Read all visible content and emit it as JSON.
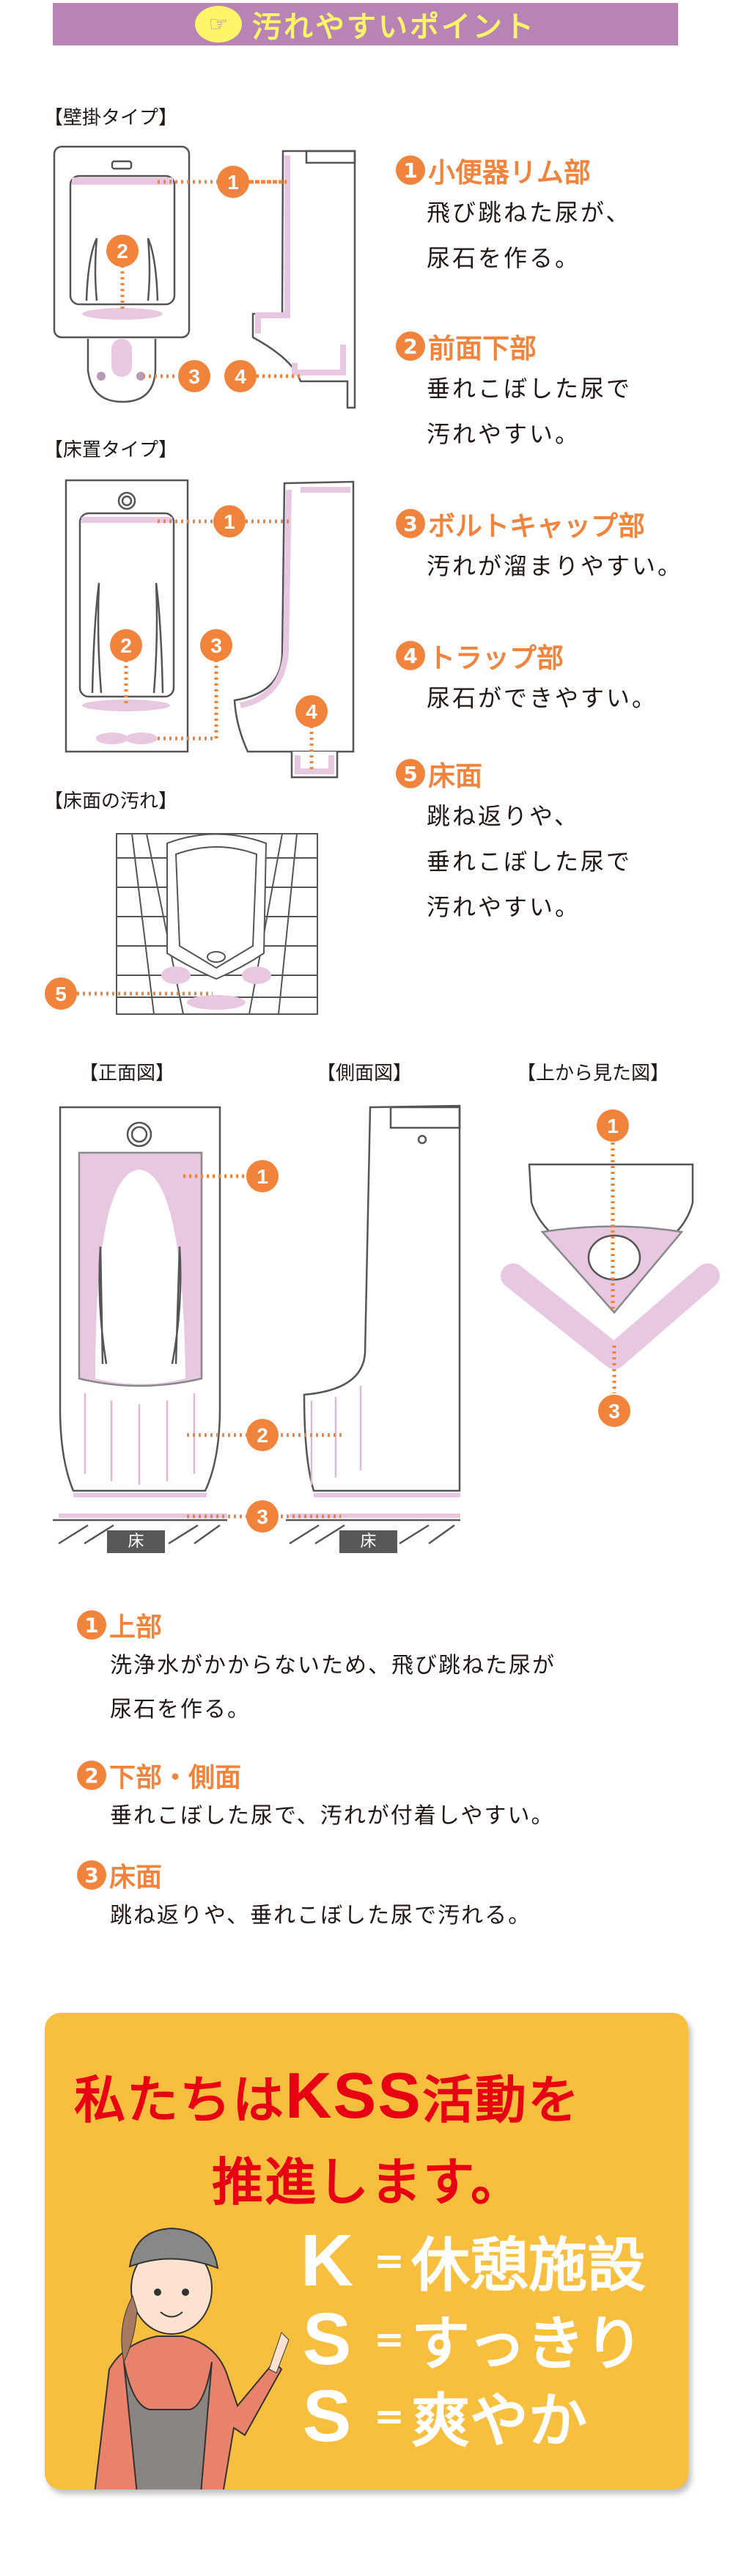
{
  "header": {
    "title": "汚れやすいポイント",
    "icon": "pointing-hand-icon"
  },
  "colors": {
    "accent": "#f0843c",
    "header": "#b784b5",
    "stain": "#e8c8e0",
    "box": "#f8bf3f",
    "red": "#e60012"
  },
  "sections": {
    "wall": "【壁掛タイプ】",
    "floor": "【床置タイプ】",
    "floor_stain": "【床面の汚れ】"
  },
  "points": [
    {
      "n": "1",
      "title": "小便器リム部",
      "lines": [
        "飛び跳ねた尿が、",
        "尿石を作る。"
      ]
    },
    {
      "n": "2",
      "title": "前面下部",
      "lines": [
        "垂れこぼした尿で",
        "汚れやすい。"
      ]
    },
    {
      "n": "3",
      "title": "ボルトキャップ部",
      "lines": [
        "汚れが溜まりやすい。"
      ]
    },
    {
      "n": "4",
      "title": "トラップ部",
      "lines": [
        "尿石ができやすい。"
      ]
    },
    {
      "n": "5",
      "title": "床面",
      "lines": [
        "跳ね返りや、",
        "垂れこぼした尿で",
        "汚れやすい。"
      ]
    }
  ],
  "views": {
    "front": "【正面図】",
    "side": "【側面図】",
    "top": "【上から見た図】",
    "floor_label": "床"
  },
  "points2": [
    {
      "n": "1",
      "title": "上部",
      "lines": [
        "洗浄水がかからないため、飛び跳ねた尿が",
        "尿石を作る。"
      ]
    },
    {
      "n": "2",
      "title": "下部・側面",
      "lines": [
        "垂れこぼした尿で、汚れが付着しやすい。"
      ]
    },
    {
      "n": "3",
      "title": "床面",
      "lines": [
        "跳ね返りや、垂れこぼした尿で汚れる。"
      ]
    }
  ],
  "kss": {
    "line1a": "私たちは",
    "line1b": "KSS",
    "line1c": "活動を",
    "line2": "推進します。",
    "rows": [
      {
        "letter": "K",
        "eq": "=",
        "word": "休憩施設"
      },
      {
        "letter": "S",
        "eq": "=",
        "word": "すっきり"
      },
      {
        "letter": "S",
        "eq": "=",
        "word": "爽やか"
      }
    ]
  }
}
